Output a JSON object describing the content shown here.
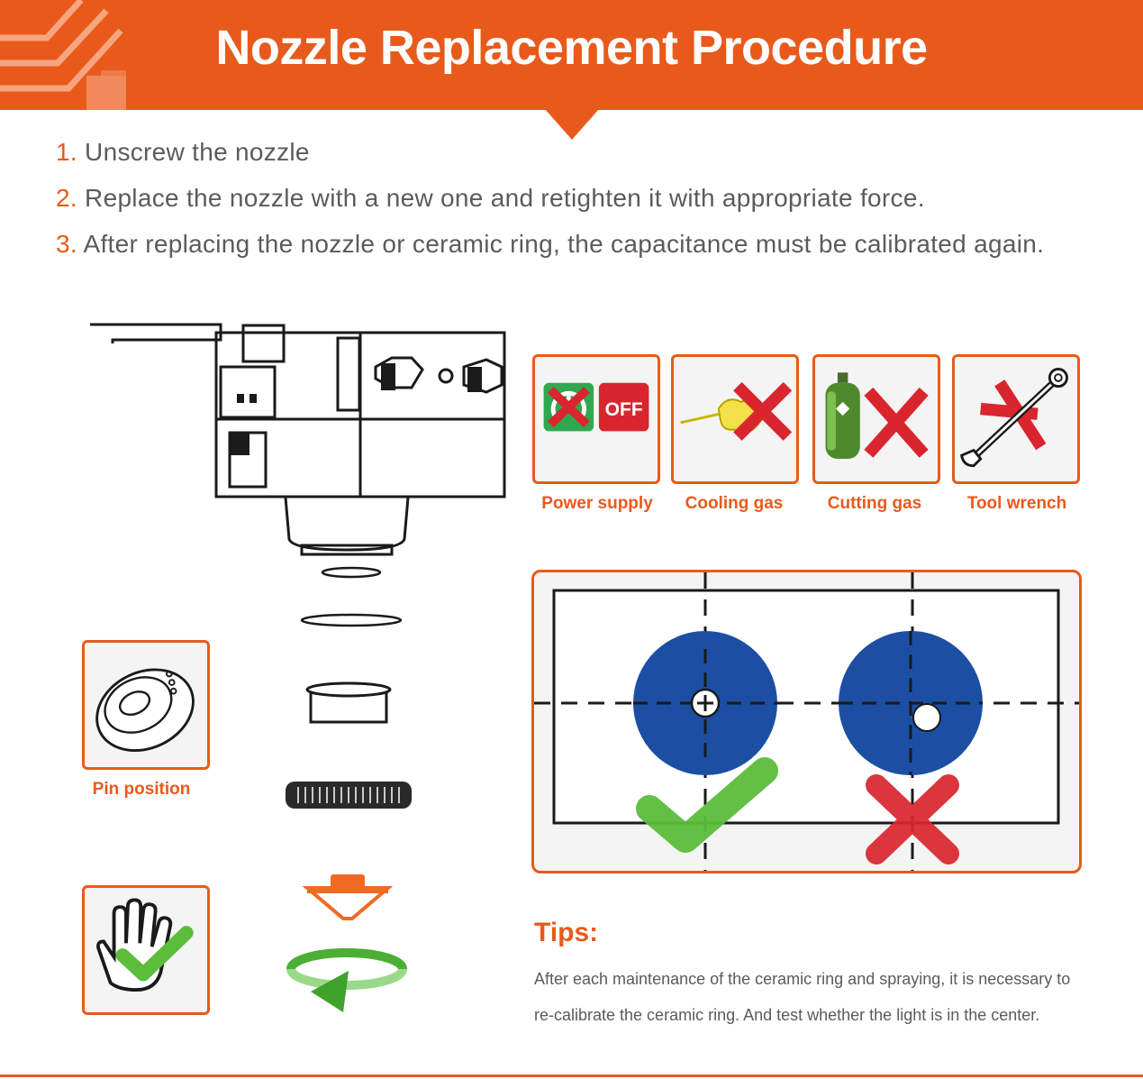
{
  "header": {
    "title": "Nozzle Replacement Procedure"
  },
  "steps": [
    {
      "num": "1.",
      "text": "Unscrew the nozzle"
    },
    {
      "num": "2.",
      "text": "Replace the nozzle with a new one and retighten it with appropriate force."
    },
    {
      "num": "3.",
      "text": "After replacing the nozzle or ceramic ring, the capacitance must be calibrated again."
    }
  ],
  "icons": [
    {
      "label": "Power supply",
      "icon": "power-off-icon",
      "badge": "OFF"
    },
    {
      "label": "Cooling gas",
      "icon": "cooling-gas-icon"
    },
    {
      "label": "Cutting gas",
      "icon": "gas-cylinder-icon"
    },
    {
      "label": "Tool wrench",
      "icon": "wrench-icon"
    },
    {
      "label": "Pin position",
      "icon": "ceramic-ring-pin-icon"
    },
    {
      "label": "",
      "icon": "glove-hand-icon"
    }
  ],
  "tips": {
    "title": "Tips:",
    "text": "After each maintenance of the ceramic ring and spraying, it is necessary to re-calibrate the ceramic ring. And test whether the light is in the center."
  },
  "colors": {
    "accent": "#e85a1b",
    "text": "#5a5b5d",
    "disc_blue": "#1c4fa3",
    "check_green": "#5cbd3a",
    "cross_red": "#d9262e"
  }
}
